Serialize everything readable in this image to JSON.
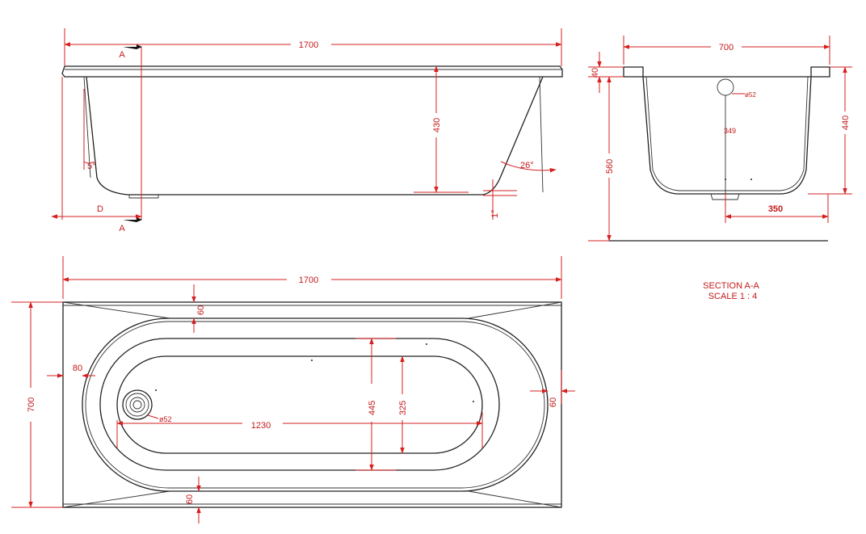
{
  "colors": {
    "object_line": "#222222",
    "dimension": "#d62020"
  },
  "side_view": {
    "overall_length": "1700",
    "depth": "430",
    "angle_left": "5°",
    "angle_right": "26°",
    "angle_floor": "1°",
    "section_mark_top": "A",
    "section_mark_bottom": "A",
    "detail_mark": "D"
  },
  "section_view": {
    "overall_width": "700",
    "rim": "40",
    "total_height": "560",
    "inner_depth": "440",
    "waste_diameter": "ø52",
    "waste_height": "349",
    "half_width": "350",
    "title": "SECTION A-A",
    "scale": "SCALE 1 : 4"
  },
  "plan_view": {
    "overall_length": "1700",
    "overall_width": "700",
    "rim_top": "60",
    "rim_bottom": "60",
    "rim_left": "80",
    "rim_right": "60",
    "inner_width": "445",
    "floor_width": "325",
    "floor_length": "1230",
    "waste_diameter": "ø52"
  }
}
